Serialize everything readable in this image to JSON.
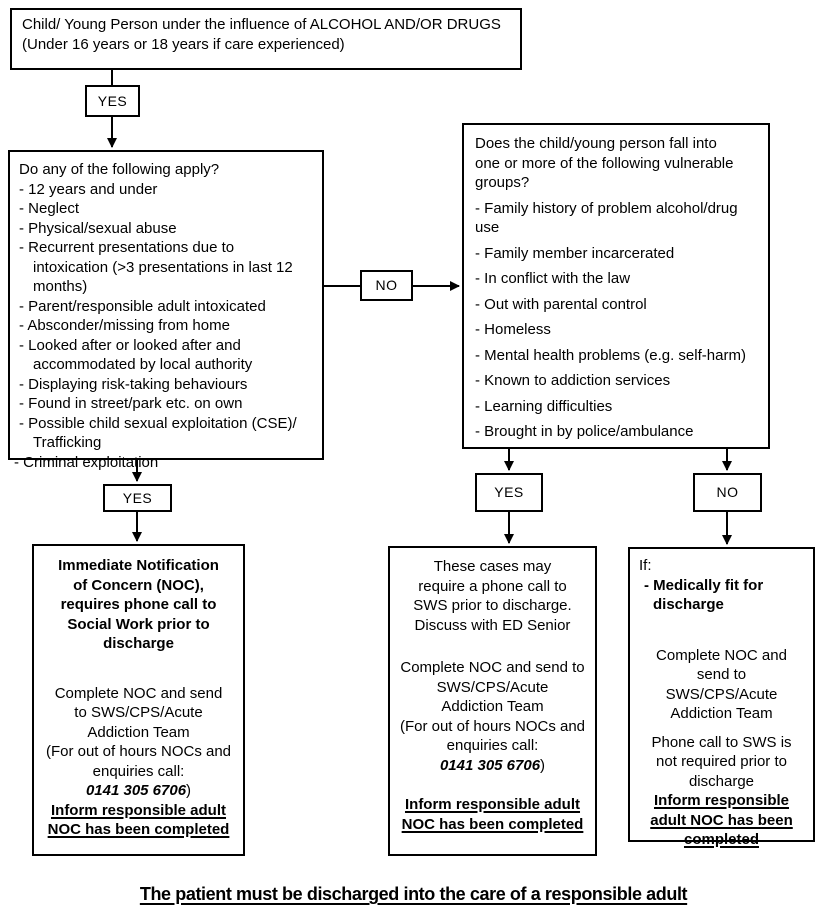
{
  "flowchart": {
    "start": {
      "text": "Child/ Young Person under the influence of ALCOHOL AND/OR DRUGS\n(Under 16 years or 18 years if care experienced)"
    },
    "labels": {
      "yes1": "YES",
      "no1": "NO",
      "yes2": "YES",
      "yes3": "YES",
      "no2": "NO"
    },
    "criteria_box": {
      "heading": "Do any of the following apply?",
      "items": [
        "-  12 years and under",
        "-  Neglect",
        "-  Physical/sexual abuse",
        "-  Recurrent presentations due to\nintoxication (>3 presentations in last 12\nmonths)",
        "-  Parent/responsible adult intoxicated",
        "-  Absconder/missing from home",
        "-  Looked after or looked after and\naccommodated by local authority",
        "-  Displaying risk-taking behaviours",
        "-  Found in street/park etc. on own",
        "-  Possible child sexual exploitation (CSE)/\nTrafficking",
        "- Criminal exploitation"
      ]
    },
    "vulnerable_box": {
      "heading": "Does the child/young person fall into\none or more of the following vulnerable\ngroups?",
      "items": [
        "-  Family history of problem alcohol/drug\nuse",
        "-  Family member incarcerated",
        "-  In conflict with the law",
        "-  Out with parental control",
        "-  Homeless",
        "-  Mental health problems (e.g. self-harm)",
        "-  Known to addiction services",
        "-  Learning difficulties",
        "-  Brought in by police/ambulance"
      ]
    },
    "noc_box": {
      "heading": "Immediate Notification\nof Concern (NOC),\nrequires phone call to\nSocial Work prior to\ndischarge",
      "complete_pre": "Complete NOC and send\nto SWS/CPS/Acute\nAddiction Team\n(For out of hours NOCs and\nenquiries call:\n",
      "phone": "0141 305 6706",
      "complete_post": ")",
      "inform": "Inform responsible adult\nNOC has been completed"
    },
    "sws_box": {
      "intro": "These cases may\nrequire a phone call to\nSWS prior to discharge.\nDiscuss with ED Senior",
      "complete_pre": "Complete NOC and send to\nSWS/CPS/Acute\nAddiction Team\n(For out of hours NOCs and\nenquiries call:\n",
      "phone": "0141 305 6706",
      "complete_post": ")",
      "inform": "Inform responsible adult\nNOC has been completed"
    },
    "discharge_box": {
      "if_label": "If:",
      "condition": "-  Medically fit for\ndischarge",
      "complete": "Complete NOC and\nsend to\nSWS/CPS/Acute\nAddiction Team",
      "phone_note": "Phone call to SWS is\nnot required prior to\ndischarge",
      "inform": "Inform responsible\nadult NOC has been\ncompleted"
    },
    "footer": "The patient must be discharged into the care of a responsible adult"
  }
}
